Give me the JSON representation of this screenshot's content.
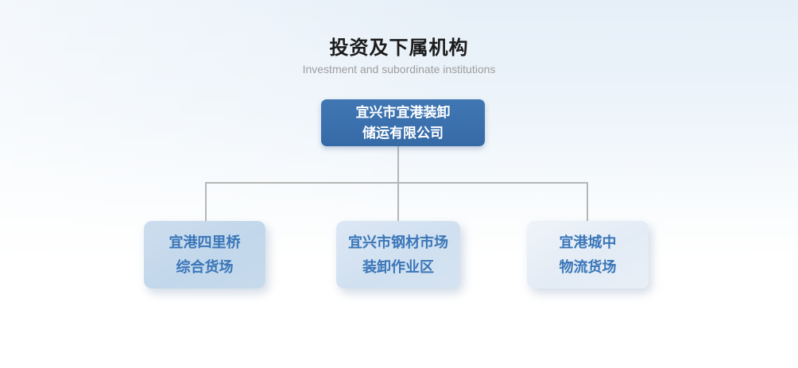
{
  "header": {
    "title": "投资及下属机构",
    "subtitle": "Investment and subordinate institutions"
  },
  "org_chart": {
    "root": {
      "name_line1": "宜兴市宜港装卸",
      "name_line2": "储运有限公司"
    },
    "children": [
      {
        "name_line1": "宜港四里桥",
        "name_line2": "综合货场"
      },
      {
        "name_line1": "宜兴市钢材市场",
        "name_line2": "装卸作业区"
      },
      {
        "name_line1": "宜港城中",
        "name_line2": "物流货场"
      }
    ]
  },
  "colors": {
    "title_text": "#1b1b1b",
    "subtitle_text": "#9e9e9e",
    "root_box_bg": "#3a70ad",
    "root_box_text": "#ffffff",
    "child_box_text": "#3a76b8",
    "child_box_bg_left": "#c4d8eb",
    "child_box_bg_middle": "#d2e1f0",
    "child_box_bg_right": "#e6edf6",
    "connector_line": "#b5b6b6",
    "background_top": "#e6eff8",
    "background_bottom": "#ffffff"
  }
}
